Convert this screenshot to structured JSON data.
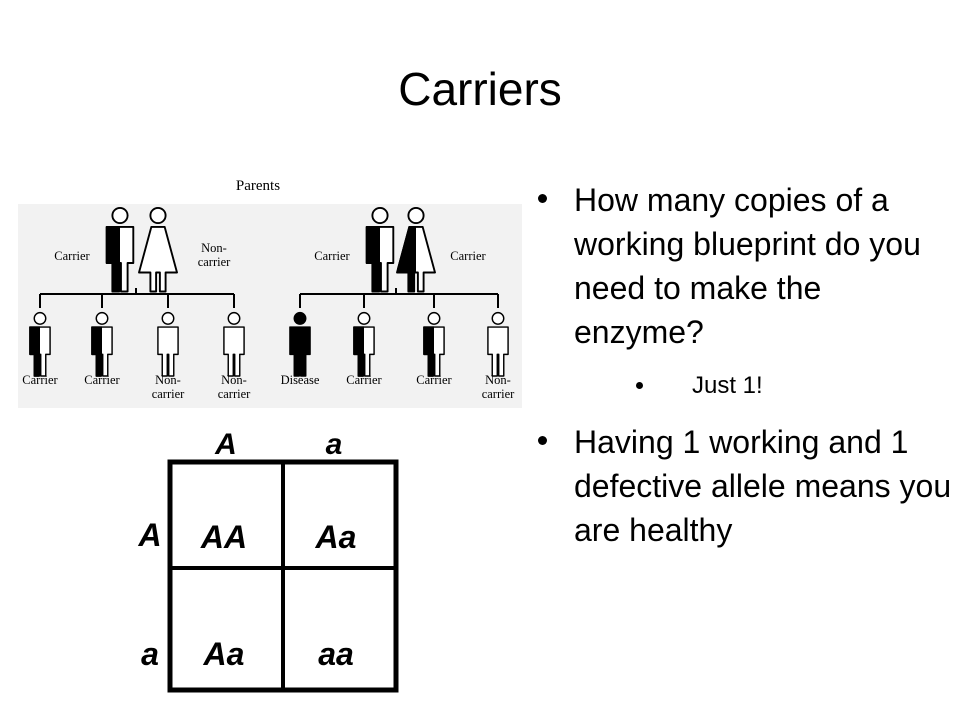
{
  "slide": {
    "title": "Carriers"
  },
  "pedigree": {
    "parents_label": "Parents",
    "family1": {
      "father_label": "Carrier",
      "mother_label": [
        "Non-",
        "carrier"
      ],
      "children": [
        {
          "label": [
            "Carrier"
          ],
          "status": "carrier",
          "sex": "male"
        },
        {
          "label": [
            "Carrier"
          ],
          "status": "carrier",
          "sex": "male"
        },
        {
          "label": [
            "Non-",
            "carrier"
          ],
          "status": "normal",
          "sex": "male"
        },
        {
          "label": [
            "Non-",
            "carrier"
          ],
          "status": "normal",
          "sex": "male"
        }
      ]
    },
    "family2": {
      "father_label": "Carrier",
      "mother_label": [
        "Carrier"
      ],
      "children": [
        {
          "label": [
            "Disease"
          ],
          "status": "disease",
          "sex": "male"
        },
        {
          "label": [
            "Carrier"
          ],
          "status": "carrier",
          "sex": "male"
        },
        {
          "label": [
            "Carrier"
          ],
          "status": "carrier",
          "sex": "male"
        },
        {
          "label": [
            "Non-",
            "carrier"
          ],
          "status": "normal",
          "sex": "male"
        }
      ]
    }
  },
  "punnett": {
    "col_headers": [
      "A",
      "a"
    ],
    "row_headers": [
      "A",
      "a"
    ],
    "cells": [
      [
        "AA",
        "Aa"
      ],
      [
        "Aa",
        "aa"
      ]
    ]
  },
  "bullets": {
    "b1": "How many copies of a working blueprint do you need to make the enzyme?",
    "b1_sub": "Just 1!",
    "b2": "Having 1 working and 1 defective allele means you are healthy"
  }
}
